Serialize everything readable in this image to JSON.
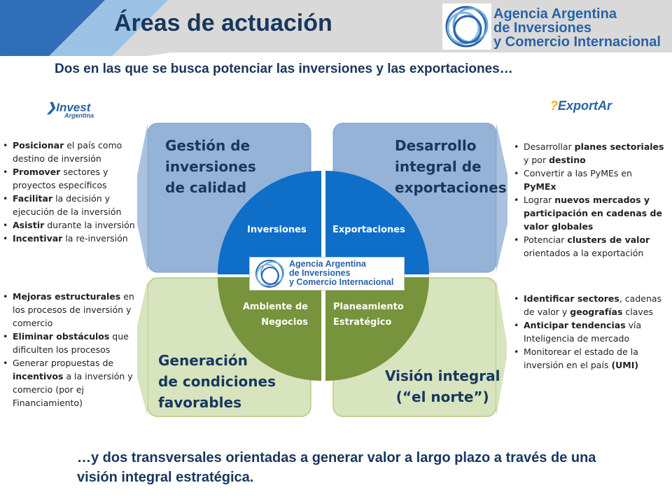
{
  "header": {
    "title": "Áreas de actuación",
    "agency_lines": [
      "Agencia Argentina",
      "de Inversiones",
      "y Comercio Internacional"
    ],
    "colors": {
      "stripe_dark": "#2f6fb7",
      "stripe_light": "#9cc3e6",
      "band": "#d9d9d9",
      "title": "#17375e",
      "agency": "#2a62a6"
    }
  },
  "subtitle": "Dos en las que se busca potenciar las inversiones y las exportaciones…",
  "logos": {
    "invest": {
      "name": "Invest",
      "sub": "Argentina",
      "icon": "invest-s-icon"
    },
    "export": {
      "prefix": "Export",
      "suffix": "Ar",
      "icon": "export-flag-icon"
    }
  },
  "quadrants": {
    "top_left": {
      "label_lines": [
        "Gestión de",
        "inversiones",
        "de calidad"
      ],
      "circle_label": "Inversiones",
      "fill": "#95b3d7"
    },
    "top_right": {
      "label_lines": [
        "Desarrollo",
        "integral de",
        "exportaciones"
      ],
      "circle_label": "Exportaciones",
      "fill": "#95b3d7"
    },
    "bottom_left": {
      "label_lines": [
        "Generación",
        "de condiciones",
        "favorables"
      ],
      "circle_label_lines": [
        "Ambiente de",
        "Negocios"
      ],
      "fill": "#d7e4bd"
    },
    "bottom_right": {
      "label_lines": [
        "Visión integral",
        "(“el norte”)"
      ],
      "circle_label_lines": [
        "Planeamiento",
        "Estratégico"
      ],
      "fill": "#d7e4bd"
    }
  },
  "circle_colors": {
    "top": "#0f6ec8",
    "bottom": "#77933c"
  },
  "center_logo": {
    "lines": [
      "Agencia Argentina",
      "de Inversiones",
      "y Comercio Internacional"
    ]
  },
  "left_top_bullets": [
    {
      "bold": "Posicionar",
      "text": " el país como destino de inversión"
    },
    {
      "bold": "Promover",
      "text": " sectores y proyectos específicos"
    },
    {
      "bold": "Facilitar",
      "text": " la decisión y ejecución de la inversión"
    },
    {
      "bold": "Asistir",
      "text": " durante la inversión"
    },
    {
      "bold": "Incentivar",
      "text": " la re-inversión"
    }
  ],
  "left_bottom_bullets": [
    {
      "bold": "Mejoras estructurales",
      "text": " en los procesos de inversión y comercio"
    },
    {
      "bold": "Eliminar obstáculos",
      "text": " que dificulten los procesos"
    },
    {
      "pre": "Generar propuestas de ",
      "bold": "incentivos",
      "text": " a la inversión y comercio (por ej Financiamiento)"
    }
  ],
  "right_top_bullets": [
    {
      "pre": "Desarrollar ",
      "bold": "planes sectoriales",
      "mid": " y por ",
      "bold2": "destino"
    },
    {
      "pre": "Convertir a las PyMEs en ",
      "bold": "PyMEx"
    },
    {
      "pre": "Lograr ",
      "bold": "nuevos mercados y participación en cadenas de valor globales"
    },
    {
      "pre": "Potenciar ",
      "bold": "clusters de valor",
      "mid": " orientados a la exportación"
    }
  ],
  "right_bottom_bullets": [
    {
      "bold": "Identificar sectores",
      "mid": ", cadenas de valor y ",
      "bold2": "geografías",
      "text": " claves"
    },
    {
      "bold": "Anticipar tendencias",
      "text": " vía Inteligencia de mercado"
    },
    {
      "pre": "Monitorear el estado de la inversión en el país ",
      "bold": "(UMI)"
    }
  ],
  "footer": "…y dos transversales orientadas a generar valor a largo plazo a través de una visión integral estratégica."
}
